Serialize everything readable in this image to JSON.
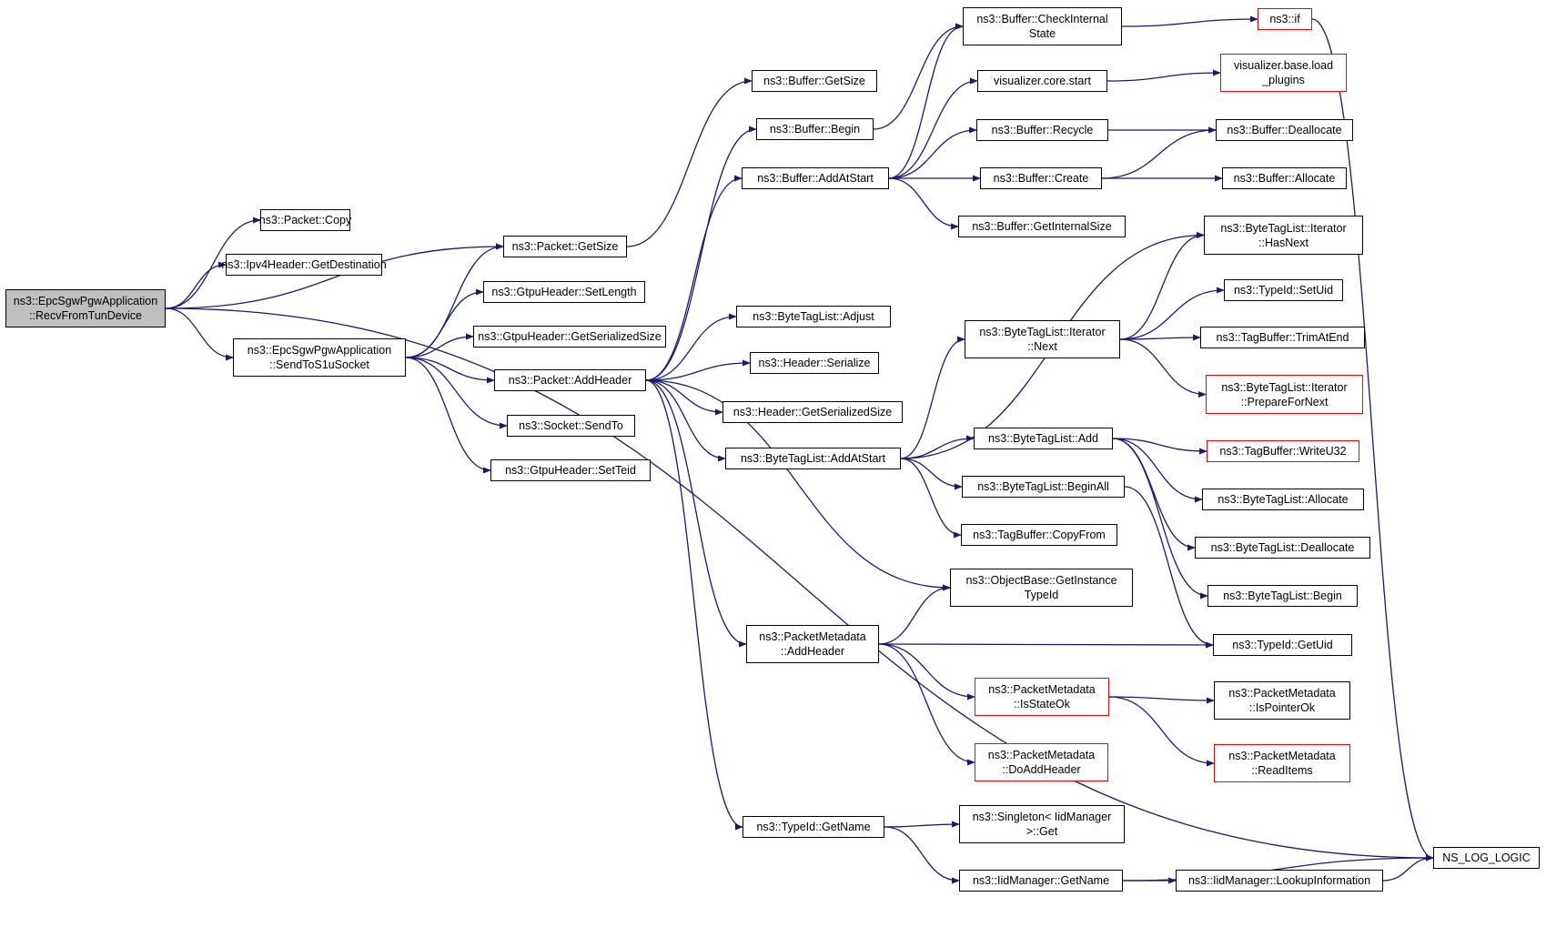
{
  "graph": {
    "colors": {
      "edge": "#191970",
      "node_border": "#000000",
      "truncated_border": "#ff0000",
      "root_fill": "#bfbfbf"
    },
    "nodes": [
      {
        "id": "root",
        "label": [
          "ns3::EpcSgwPgwApplication",
          "::RecvFromTunDevice"
        ],
        "kind": "root"
      },
      {
        "id": "packet_copy",
        "label": [
          "ns3::Packet::Copy"
        ],
        "kind": "normal"
      },
      {
        "id": "ipv4_getdest",
        "label": [
          "ns3::Ipv4Header::GetDestination"
        ],
        "kind": "normal"
      },
      {
        "id": "packet_getsize",
        "label": [
          "ns3::Packet::GetSize"
        ],
        "kind": "normal"
      },
      {
        "id": "send_s1u",
        "label": [
          "ns3::EpcSgwPgwApplication",
          "::SendToS1uSocket"
        ],
        "kind": "normal"
      },
      {
        "id": "gtpu_setlength",
        "label": [
          "ns3::GtpuHeader::SetLength"
        ],
        "kind": "normal"
      },
      {
        "id": "gtpu_getsersize",
        "label": [
          "ns3::GtpuHeader::GetSerializedSize"
        ],
        "kind": "normal"
      },
      {
        "id": "packet_addheader",
        "label": [
          "ns3::Packet::AddHeader"
        ],
        "kind": "normal"
      },
      {
        "id": "socket_sendto",
        "label": [
          "ns3::Socket::SendTo"
        ],
        "kind": "normal"
      },
      {
        "id": "gtpu_setteid",
        "label": [
          "ns3::GtpuHeader::SetTeid"
        ],
        "kind": "normal"
      },
      {
        "id": "buffer_getsize",
        "label": [
          "ns3::Buffer::GetSize"
        ],
        "kind": "normal"
      },
      {
        "id": "buffer_begin",
        "label": [
          "ns3::Buffer::Begin"
        ],
        "kind": "normal"
      },
      {
        "id": "buffer_addatstart",
        "label": [
          "ns3::Buffer::AddAtStart"
        ],
        "kind": "normal"
      },
      {
        "id": "btl_adjust",
        "label": [
          "ns3::ByteTagList::Adjust"
        ],
        "kind": "normal"
      },
      {
        "id": "header_serialize",
        "label": [
          "ns3::Header::Serialize"
        ],
        "kind": "normal"
      },
      {
        "id": "header_getsersize",
        "label": [
          "ns3::Header::GetSerializedSize"
        ],
        "kind": "normal"
      },
      {
        "id": "btl_addatstart",
        "label": [
          "ns3::ByteTagList::AddAtStart"
        ],
        "kind": "normal"
      },
      {
        "id": "pm_addheader",
        "label": [
          "ns3::PacketMetadata",
          "::AddHeader"
        ],
        "kind": "normal"
      },
      {
        "id": "typeid_getname",
        "label": [
          "ns3::TypeId::GetName"
        ],
        "kind": "normal"
      },
      {
        "id": "buffer_checkinternal",
        "label": [
          "ns3::Buffer::CheckInternal",
          "State"
        ],
        "kind": "normal"
      },
      {
        "id": "vis_core_start",
        "label": [
          "visualizer.core.start"
        ],
        "kind": "normal"
      },
      {
        "id": "buffer_recycle",
        "label": [
          "ns3::Buffer::Recycle"
        ],
        "kind": "normal"
      },
      {
        "id": "buffer_create",
        "label": [
          "ns3::Buffer::Create"
        ],
        "kind": "normal"
      },
      {
        "id": "buffer_getinternalsize",
        "label": [
          "ns3::Buffer::GetInternalSize"
        ],
        "kind": "normal"
      },
      {
        "id": "btl_iter_next",
        "label": [
          "ns3::ByteTagList::Iterator",
          "::Next"
        ],
        "kind": "normal"
      },
      {
        "id": "btl_add",
        "label": [
          "ns3::ByteTagList::Add"
        ],
        "kind": "normal"
      },
      {
        "id": "btl_beginall",
        "label": [
          "ns3::ByteTagList::BeginAll"
        ],
        "kind": "normal"
      },
      {
        "id": "tagbuffer_copyfrom",
        "label": [
          "ns3::TagBuffer::CopyFrom"
        ],
        "kind": "normal"
      },
      {
        "id": "objbase_getinstancetypeid",
        "label": [
          "ns3::ObjectBase::GetInstance",
          "TypeId"
        ],
        "kind": "normal"
      },
      {
        "id": "pm_isstateok",
        "label": [
          "ns3::PacketMetadata",
          "::IsStateOk"
        ],
        "kind": "truncated"
      },
      {
        "id": "pm_doaddheader",
        "label": [
          "ns3::PacketMetadata",
          "::DoAddHeader"
        ],
        "kind": "truncated"
      },
      {
        "id": "singleton_get",
        "label": [
          "ns3::Singleton< IidManager",
          ">::Get"
        ],
        "kind": "normal"
      },
      {
        "id": "iid_getname",
        "label": [
          "ns3::IidManager::GetName"
        ],
        "kind": "normal"
      },
      {
        "id": "ns3_if",
        "label": [
          "ns3::if"
        ],
        "kind": "truncated"
      },
      {
        "id": "vis_base_load",
        "label": [
          "visualizer.base.load",
          "_plugins"
        ],
        "kind": "truncated"
      },
      {
        "id": "buffer_deallocate",
        "label": [
          "ns3::Buffer::Deallocate"
        ],
        "kind": "normal"
      },
      {
        "id": "buffer_allocate",
        "label": [
          "ns3::Buffer::Allocate"
        ],
        "kind": "normal"
      },
      {
        "id": "btl_iter_hasnext",
        "label": [
          "ns3::ByteTagList::Iterator",
          "::HasNext"
        ],
        "kind": "normal"
      },
      {
        "id": "typeid_setuid",
        "label": [
          "ns3::TypeId::SetUid"
        ],
        "kind": "normal"
      },
      {
        "id": "tagbuffer_trimatend",
        "label": [
          "ns3::TagBuffer::TrimAtEnd"
        ],
        "kind": "normal"
      },
      {
        "id": "btl_iter_prepare",
        "label": [
          "ns3::ByteTagList::Iterator",
          "::PrepareForNext"
        ],
        "kind": "truncated"
      },
      {
        "id": "tagbuffer_writeu32",
        "label": [
          "ns3::TagBuffer::WriteU32"
        ],
        "kind": "truncated"
      },
      {
        "id": "btl_allocate",
        "label": [
          "ns3::ByteTagList::Allocate"
        ],
        "kind": "normal"
      },
      {
        "id": "btl_deallocate",
        "label": [
          "ns3::ByteTagList::Deallocate"
        ],
        "kind": "normal"
      },
      {
        "id": "btl_begin",
        "label": [
          "ns3::ByteTagList::Begin"
        ],
        "kind": "normal"
      },
      {
        "id": "typeid_getuid",
        "label": [
          "ns3::TypeId::GetUid"
        ],
        "kind": "normal"
      },
      {
        "id": "pm_ispointerok",
        "label": [
          "ns3::PacketMetadata",
          "::IsPointerOk"
        ],
        "kind": "normal"
      },
      {
        "id": "pm_readitems",
        "label": [
          "ns3::PacketMetadata",
          "::ReadItems"
        ],
        "kind": "truncated"
      },
      {
        "id": "iid_lookupinfo",
        "label": [
          "ns3::IidManager::LookupInformation"
        ],
        "kind": "normal"
      },
      {
        "id": "ns_log_logic",
        "label": [
          "NS_LOG_LOGIC"
        ],
        "kind": "normal"
      }
    ],
    "edges": [
      [
        "root",
        "packet_copy"
      ],
      [
        "root",
        "ipv4_getdest"
      ],
      [
        "root",
        "packet_getsize"
      ],
      [
        "root",
        "send_s1u"
      ],
      [
        "root",
        "ns_log_logic"
      ],
      [
        "send_s1u",
        "packet_getsize"
      ],
      [
        "send_s1u",
        "gtpu_setlength"
      ],
      [
        "send_s1u",
        "gtpu_getsersize"
      ],
      [
        "send_s1u",
        "packet_addheader"
      ],
      [
        "send_s1u",
        "socket_sendto"
      ],
      [
        "send_s1u",
        "gtpu_setteid"
      ],
      [
        "packet_getsize",
        "buffer_getsize"
      ],
      [
        "packet_addheader",
        "buffer_begin"
      ],
      [
        "packet_addheader",
        "buffer_addatstart"
      ],
      [
        "packet_addheader",
        "btl_adjust"
      ],
      [
        "packet_addheader",
        "header_serialize"
      ],
      [
        "packet_addheader",
        "header_getsersize"
      ],
      [
        "packet_addheader",
        "btl_addatstart"
      ],
      [
        "packet_addheader",
        "objbase_getinstancetypeid"
      ],
      [
        "packet_addheader",
        "pm_addheader"
      ],
      [
        "packet_addheader",
        "typeid_getname"
      ],
      [
        "buffer_begin",
        "buffer_checkinternal"
      ],
      [
        "buffer_addatstart",
        "buffer_checkinternal"
      ],
      [
        "buffer_addatstart",
        "vis_core_start"
      ],
      [
        "buffer_addatstart",
        "buffer_recycle"
      ],
      [
        "buffer_addatstart",
        "buffer_create"
      ],
      [
        "buffer_addatstart",
        "buffer_getinternalsize"
      ],
      [
        "buffer_checkinternal",
        "ns3_if"
      ],
      [
        "ns3_if",
        "ns_log_logic"
      ],
      [
        "vis_core_start",
        "vis_base_load"
      ],
      [
        "buffer_recycle",
        "buffer_deallocate"
      ],
      [
        "buffer_create",
        "buffer_deallocate"
      ],
      [
        "buffer_create",
        "buffer_allocate"
      ],
      [
        "btl_addatstart",
        "btl_iter_hasnext"
      ],
      [
        "btl_addatstart",
        "btl_iter_next"
      ],
      [
        "btl_addatstart",
        "btl_add"
      ],
      [
        "btl_addatstart",
        "btl_beginall"
      ],
      [
        "btl_addatstart",
        "tagbuffer_copyfrom"
      ],
      [
        "btl_iter_next",
        "btl_iter_hasnext"
      ],
      [
        "btl_iter_next",
        "typeid_setuid"
      ],
      [
        "btl_iter_next",
        "tagbuffer_trimatend"
      ],
      [
        "btl_iter_next",
        "btl_iter_prepare"
      ],
      [
        "btl_add",
        "tagbuffer_writeu32"
      ],
      [
        "btl_add",
        "btl_allocate"
      ],
      [
        "btl_add",
        "btl_deallocate"
      ],
      [
        "btl_add",
        "btl_begin"
      ],
      [
        "btl_beginall",
        "typeid_getuid"
      ],
      [
        "pm_addheader",
        "objbase_getinstancetypeid"
      ],
      [
        "pm_addheader",
        "typeid_getuid"
      ],
      [
        "pm_addheader",
        "pm_isstateok"
      ],
      [
        "pm_addheader",
        "pm_doaddheader"
      ],
      [
        "pm_isstateok",
        "pm_ispointerok"
      ],
      [
        "pm_isstateok",
        "pm_readitems"
      ],
      [
        "typeid_getname",
        "singleton_get"
      ],
      [
        "typeid_getname",
        "iid_getname"
      ],
      [
        "iid_getname",
        "iid_lookupinfo"
      ],
      [
        "iid_getname",
        "ns_log_logic"
      ],
      [
        "iid_lookupinfo",
        "ns_log_logic"
      ]
    ]
  }
}
